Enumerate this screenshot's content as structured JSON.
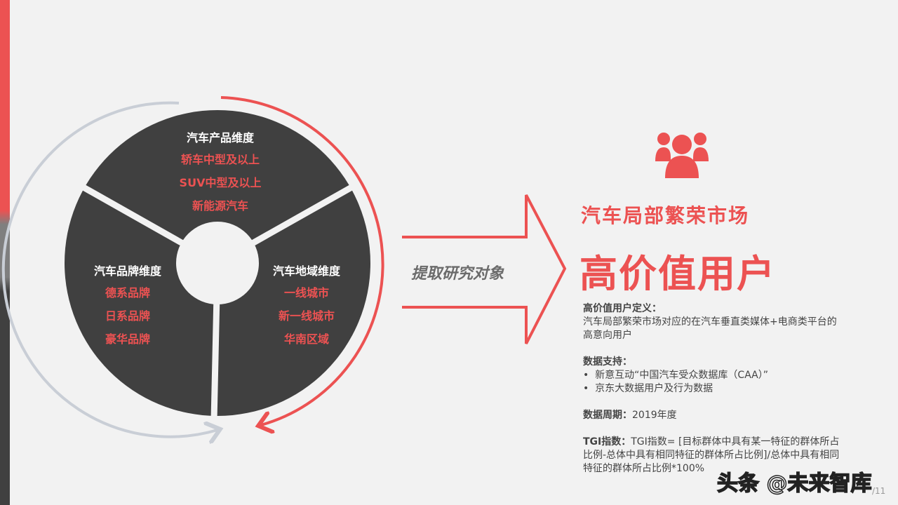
{
  "colors": {
    "accent": "#ec5252",
    "dark": "#404040",
    "gray_arc": "#c9ced6",
    "background": "#f2f2f2"
  },
  "wheel": {
    "segments": [
      {
        "title": "汽车产品维度",
        "items": [
          "轿车中型及以上",
          "SUV中型及以上",
          "新能源汽车"
        ]
      },
      {
        "title": "汽车品牌维度",
        "items": [
          "德系品牌",
          "日系品牌",
          "豪华品牌"
        ]
      },
      {
        "title": "汽车地域维度",
        "items": [
          "一线城市",
          "新一线城市",
          "华南区域"
        ]
      }
    ]
  },
  "arrow_label": "提取研究对象",
  "result": {
    "icon": "users-group-icon",
    "subtitle": "汽车局部繁荣市场",
    "title": "高价值用户"
  },
  "notes": {
    "definition_label": "高价值用户定义：",
    "definition_text": "汽车局部繁荣市场对应的在汽车垂直类媒体+电商类平台的高意向用户",
    "data_label": "数据支持：",
    "data_items": [
      "新意互动“中国汽车受众数据库（CAA）”",
      "京东大数据用户及行为数据"
    ],
    "period_label": "数据周期：",
    "period_value": "2019年度",
    "tgi_label": "TGI指数：",
    "tgi_text": "TGI指数= [目标群体中具有某一特征的群体所占比例-总体中具有相同特征的群体所占比例]/总体中具有相同特征的群体所占比例*100%"
  },
  "watermark": "头条 @未来智库",
  "page_number": "/11"
}
